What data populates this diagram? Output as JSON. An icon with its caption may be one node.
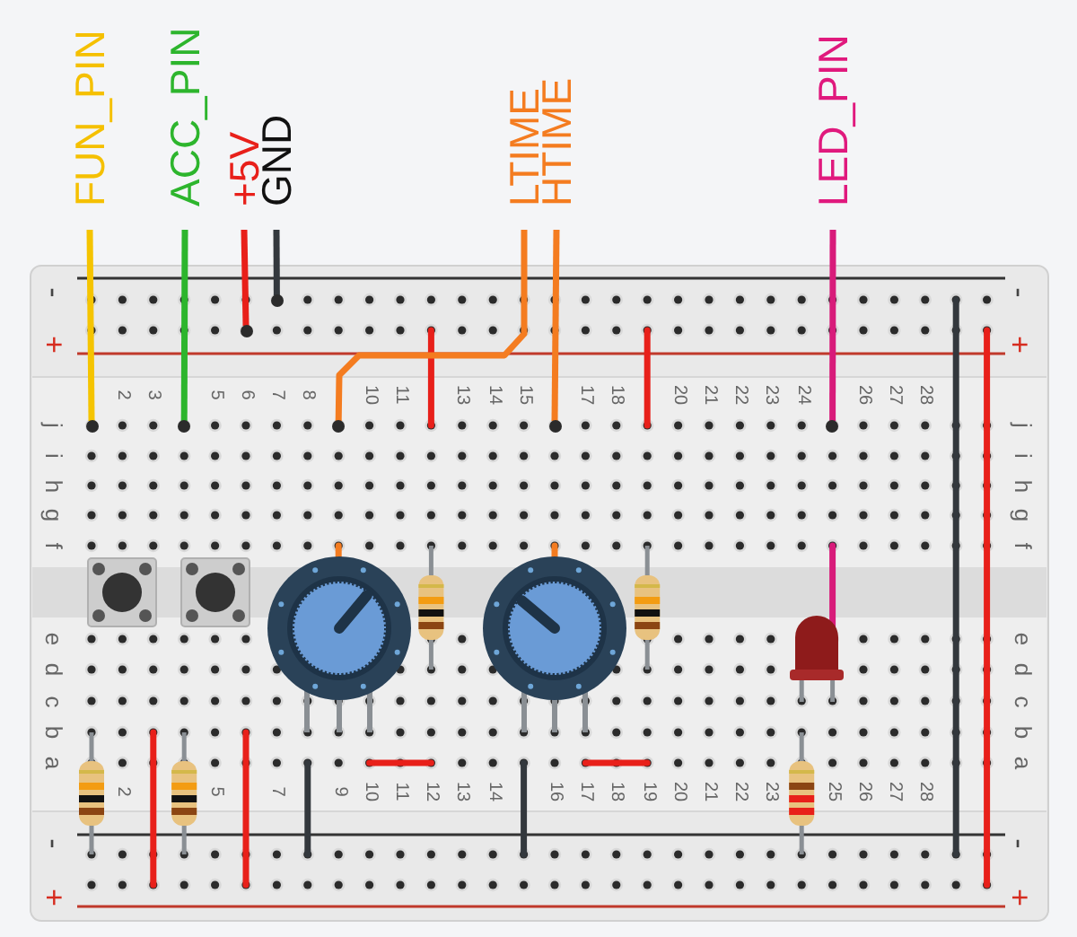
{
  "diagram": {
    "nodes": [
      {
        "text": [
          "FUN_PIN"
        ]
      },
      {
        "text": [
          "ACC_PIN"
        ]
      },
      {
        "text": [
          "+5V"
        ]
      },
      {
        "text": [
          "GND"
        ]
      },
      {
        "text": [
          "LTIME"
        ]
      },
      {
        "text": [
          "HTIME"
        ]
      },
      {
        "text": [
          "LED_PIN"
        ]
      },
      {
        "text": [],
        "shape": "circle"
      },
      {
        "text": [],
        "shape": "circle"
      },
      {
        "text": [],
        "shape": "circle"
      },
      {
        "text": [],
        "shape": "circle"
      },
      {
        "text": [],
        "shape": "circle"
      },
      {
        "text": [],
        "shape": "circle"
      },
      {
        "text": [],
        "shape": "circle"
      }
    ],
    "edges": [
      {
        "from": 0,
        "to": 7,
        "arrow": "none",
        "color": "#f5c400"
      },
      {
        "from": 1,
        "to": 8,
        "arrow": "none",
        "color": "#2db52d"
      },
      {
        "from": 2,
        "to": 9,
        "arrow": "none",
        "color": "#e8201a"
      },
      {
        "from": 3,
        "to": 10,
        "arrow": "none",
        "color": "#33383d"
      },
      {
        "from": 4,
        "to": 11,
        "arrow": "none",
        "color": "#f47c20"
      },
      {
        "from": 5,
        "to": 12,
        "arrow": "none",
        "color": "#f47c20"
      },
      {
        "from": 6,
        "to": 13,
        "arrow": "none",
        "color": "#d81b7a"
      }
    ],
    "labels": [
      "-",
      "-",
      "+",
      "+",
      "2",
      "3",
      "5",
      "6",
      "7",
      "8",
      "10",
      "11",
      "13",
      "14",
      "15",
      "17",
      "18",
      "20",
      "21",
      "22",
      "23",
      "24",
      "26",
      "27",
      "28",
      "j",
      "j",
      "i",
      "i",
      "h",
      "h",
      "g",
      "g",
      "f",
      "f",
      "e",
      "e",
      "d",
      "d",
      "c",
      "c",
      "b",
      "b",
      "a",
      "a",
      "2",
      "5",
      "7",
      "9",
      "10",
      "11",
      "12",
      "13",
      "14",
      "16",
      "17",
      "18",
      "19",
      "20",
      "21",
      "22",
      "23",
      "25",
      "26",
      "27",
      "28",
      "-",
      "-",
      "+",
      "+"
    ]
  }
}
